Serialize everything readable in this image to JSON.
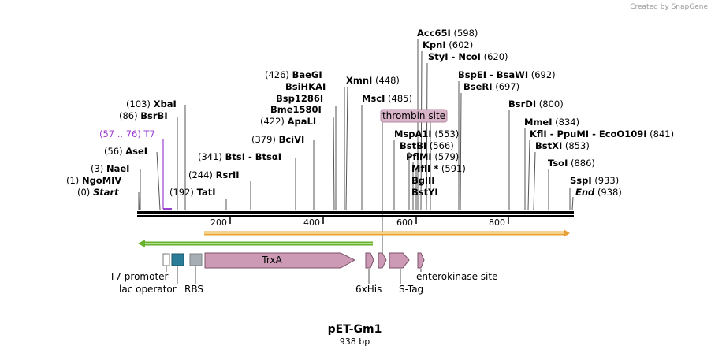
{
  "credit": "Created by SnapGene",
  "map": {
    "name": "pET-Gm1",
    "size_label": "938 bp",
    "length": 938,
    "ticks": [
      200,
      400,
      600,
      800
    ]
  },
  "sites": [
    {
      "pos": "(0)",
      "name": "Start",
      "style": "italic"
    },
    {
      "pos": "(1)",
      "name": "NgoMIV"
    },
    {
      "pos": "(3)",
      "name": "NaeI"
    },
    {
      "pos": "(56)",
      "name": "AseI"
    },
    {
      "pos": "(57 .. 76)",
      "name": "T7",
      "style": "t7"
    },
    {
      "pos": "(86)",
      "name": "BsrBI"
    },
    {
      "pos": "(103)",
      "name": "XbaI"
    },
    {
      "pos": "(192)",
      "name": "TatI"
    },
    {
      "pos": "(244)",
      "name": "RsrII"
    },
    {
      "pos": "(341)",
      "name": "BtsI - BtsαI"
    },
    {
      "pos": "(379)",
      "name": "BciVI"
    },
    {
      "pos": "(422)",
      "name": "ApaLI"
    },
    {
      "pos": "",
      "name": "Bme1580I"
    },
    {
      "pos": "",
      "name": "Bsp1286I"
    },
    {
      "pos": "",
      "name": "BsiHKAI"
    },
    {
      "pos": "(426)",
      "name": "BaeGI"
    },
    {
      "pos": "(448)",
      "name": "XmnI"
    },
    {
      "pos": "(485)",
      "name": "MscI"
    },
    {
      "pos": "(553)",
      "name": "MspA1I"
    },
    {
      "pos": "(566)",
      "name": "BstBI"
    },
    {
      "pos": "(579)",
      "name": "PflMI"
    },
    {
      "pos": "(591)",
      "name": "MflI *"
    },
    {
      "pos": "",
      "name": "BglII"
    },
    {
      "pos": "",
      "name": "BstYI"
    },
    {
      "pos": "(598)",
      "name": "Acc65I"
    },
    {
      "pos": "(602)",
      "name": "KpnI"
    },
    {
      "pos": "(620)",
      "name": "StyI - NcoI"
    },
    {
      "pos": "(692)",
      "name": "BspEI - BsaWI"
    },
    {
      "pos": "(697)",
      "name": "BseRI"
    },
    {
      "pos": "(800)",
      "name": "BsrDI"
    },
    {
      "pos": "(834)",
      "name": "MmeI"
    },
    {
      "pos": "(841)",
      "name": "KflI - PpuMI - EcoO109I"
    },
    {
      "pos": "(853)",
      "name": "BstXI"
    },
    {
      "pos": "(886)",
      "name": "TsoI"
    },
    {
      "pos": "(933)",
      "name": "SspI"
    },
    {
      "pos": "(938)",
      "name": "End",
      "style": "italic"
    }
  ],
  "features": {
    "t7_promoter": "T7 promoter",
    "lac_operator": "lac operator",
    "rbs": "RBS",
    "trxa": "TrxA",
    "his": "6xHis",
    "stag": "S-Tag",
    "enterokinase": "enterokinase site",
    "thrombin": "thrombin site"
  },
  "colors": {
    "cds": "#cc9ab4",
    "cds_border": "#7a5168",
    "lac_operator": "#2a7c97",
    "rbs": "#a7aeb4",
    "green_arrow": "#67b12c",
    "orange_arrow": "#e9a136",
    "t7_site": "#9a3fd0"
  }
}
